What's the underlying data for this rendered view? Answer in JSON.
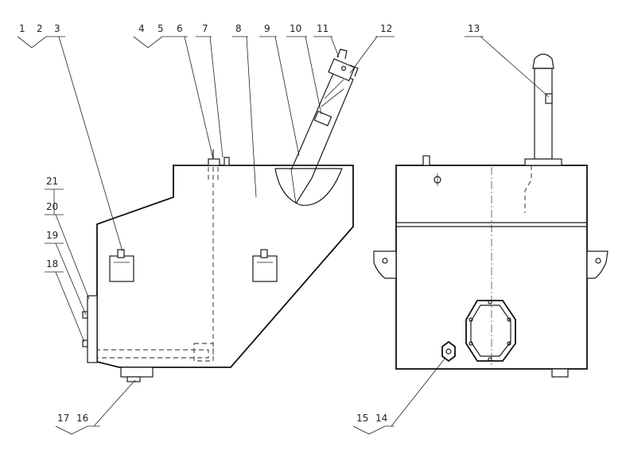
{
  "part_numbers": {
    "n1": "1",
    "n2": "2",
    "n3": "3",
    "n4": "4",
    "n5": "5",
    "n6": "6",
    "n7": "7",
    "n8": "8",
    "n9": "9",
    "n10": "10",
    "n11": "11",
    "n12": "12",
    "n13": "13",
    "n14": "14",
    "n15": "15",
    "n16": "16",
    "n17": "17",
    "n18": "18",
    "n19": "19",
    "n20": "20",
    "n21": "21"
  }
}
